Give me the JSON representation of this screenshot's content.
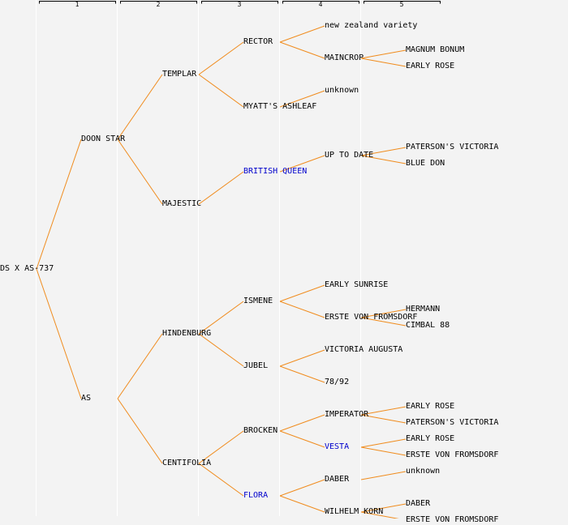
{
  "generation_headers": [
    "1",
    "2",
    "3",
    "4",
    "5"
  ],
  "colors": {
    "line": "#f08c1e",
    "highlight": "#0000cc",
    "text": "#000000",
    "background": "#f3f3f3",
    "divider": "#ffffff"
  },
  "tree": {
    "name": "DS X AS-737",
    "children": [
      {
        "name": "DOON STAR",
        "children": [
          {
            "name": "TEMPLAR",
            "children": [
              {
                "name": "RECTOR",
                "children": [
                  {
                    "name": "new zealand variety"
                  },
                  {
                    "name": "MAINCROP",
                    "children": [
                      {
                        "name": "MAGNUM BONUM"
                      },
                      {
                        "name": "EARLY ROSE"
                      }
                    ]
                  }
                ]
              },
              {
                "name": "MYATT'S ASHLEAF",
                "children": [
                  {
                    "name": "unknown"
                  }
                ]
              }
            ]
          },
          {
            "name": "MAJESTIC",
            "children": [
              {
                "name": "BRITISH QUEEN",
                "highlight": true,
                "children": [
                  {
                    "name": "UP TO DATE",
                    "children": [
                      {
                        "name": "PATERSON'S VICTORIA"
                      },
                      {
                        "name": "BLUE DON"
                      }
                    ]
                  }
                ]
              }
            ]
          }
        ]
      },
      {
        "name": "AS",
        "children": [
          {
            "name": "HINDENBURG",
            "children": [
              {
                "name": "ISMENE",
                "children": [
                  {
                    "name": "EARLY SUNRISE"
                  },
                  {
                    "name": "ERSTE VON FROMSDORF",
                    "children": [
                      {
                        "name": "HERMANN"
                      },
                      {
                        "name": "CIMBAL 88"
                      }
                    ]
                  }
                ]
              },
              {
                "name": "JUBEL",
                "children": [
                  {
                    "name": "VICTORIA AUGUSTA"
                  },
                  {
                    "name": "78/92"
                  }
                ]
              }
            ]
          },
          {
            "name": "CENTIFOLIA",
            "children": [
              {
                "name": "BROCKEN",
                "children": [
                  {
                    "name": "IMPERATOR",
                    "children": [
                      {
                        "name": "EARLY ROSE"
                      },
                      {
                        "name": "PATERSON'S VICTORIA"
                      }
                    ]
                  },
                  {
                    "name": "VESTA",
                    "highlight": true,
                    "children": [
                      {
                        "name": "EARLY ROSE"
                      },
                      {
                        "name": "ERSTE VON FROMSDORF"
                      }
                    ]
                  }
                ]
              },
              {
                "name": "FLORA",
                "highlight": true,
                "children": [
                  {
                    "name": "DABER",
                    "children": [
                      {
                        "name": "unknown"
                      }
                    ]
                  },
                  {
                    "name": "WILHELM KORN",
                    "children": [
                      {
                        "name": "DABER"
                      },
                      {
                        "name": "ERSTE VON FROMSDORF"
                      }
                    ]
                  }
                ]
              }
            ]
          }
        ]
      }
    ]
  }
}
